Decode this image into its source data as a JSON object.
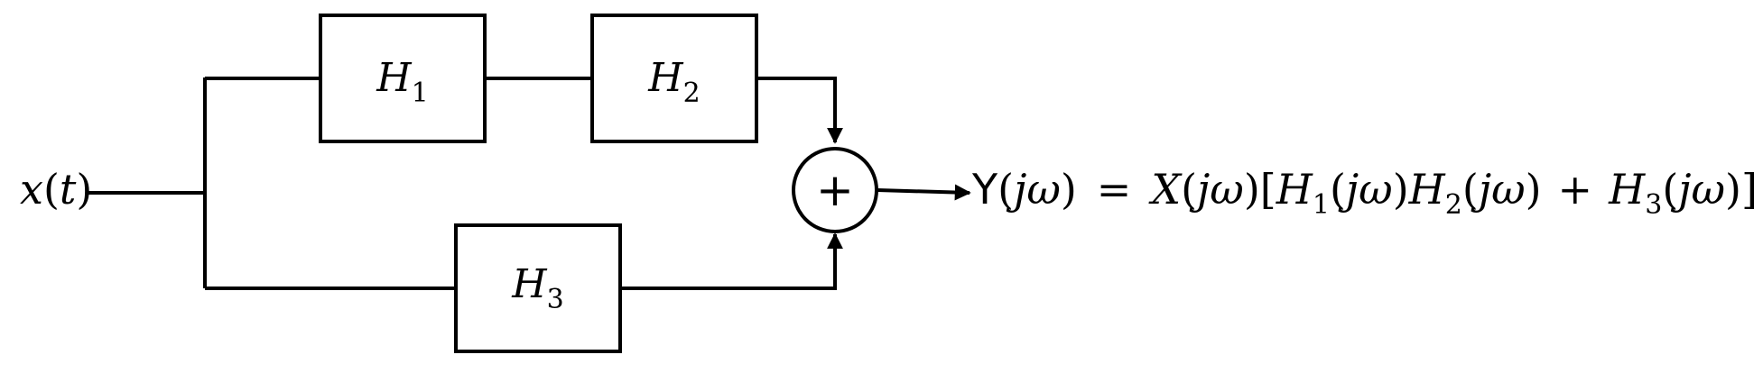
{
  "input": {
    "symbol": "x",
    "argument": "t"
  },
  "blocks": [
    {
      "id": "h1",
      "symbol": "H",
      "subscript": "1"
    },
    {
      "id": "h2",
      "symbol": "H",
      "subscript": "2"
    },
    {
      "id": "h3",
      "symbol": "H",
      "subscript": "3"
    }
  ],
  "summing_junction": {
    "operator": "+"
  },
  "output_equation": {
    "lhs_symbol": "Y",
    "lhs_argument": "jω",
    "equals": "=",
    "factor_symbol": "X",
    "factor_argument": "jω",
    "term1_a_symbol": "H",
    "term1_a_subscript": "1",
    "term1_b_symbol": "H",
    "term1_b_subscript": "2",
    "plus": "+",
    "term2_symbol": "H",
    "term2_subscript": "3",
    "argument": "jω"
  },
  "colors": {
    "stroke": "#000000",
    "background": "#ffffff"
  }
}
